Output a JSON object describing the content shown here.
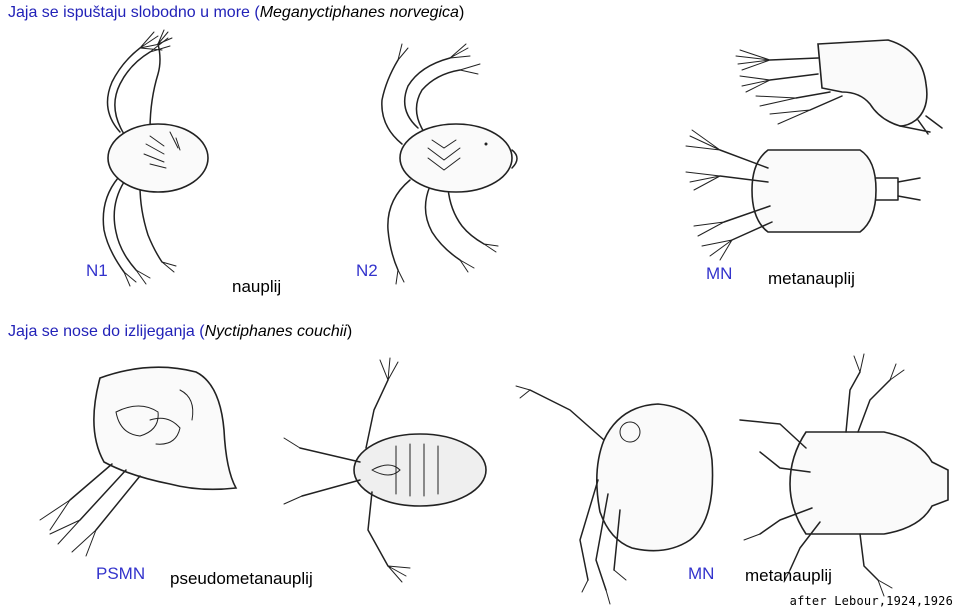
{
  "section1": {
    "heading_text": "Jaja se ispuštaju slobodno u more (",
    "species": "Meganyctiphanes norvegica",
    "closing": ")",
    "labels": {
      "n1": "N1",
      "n2": "N2",
      "nauplius": "nauplij",
      "mn": "MN",
      "metanauplius": "metanauplij"
    }
  },
  "section2": {
    "heading_text": "Jaja se nose do izlijeganja (",
    "species": "Nyctiphanes couchii",
    "closing": ")",
    "labels": {
      "psmn": "PSMN",
      "pseudometanauplius": "pseudometanauplij",
      "mn": "MN",
      "metanauplius": "metanauplij"
    }
  },
  "credit": "after Lebour,1924,1926",
  "colors": {
    "heading_blue": "#2222b8",
    "label_blue": "#3333cc",
    "line": "#222222"
  }
}
